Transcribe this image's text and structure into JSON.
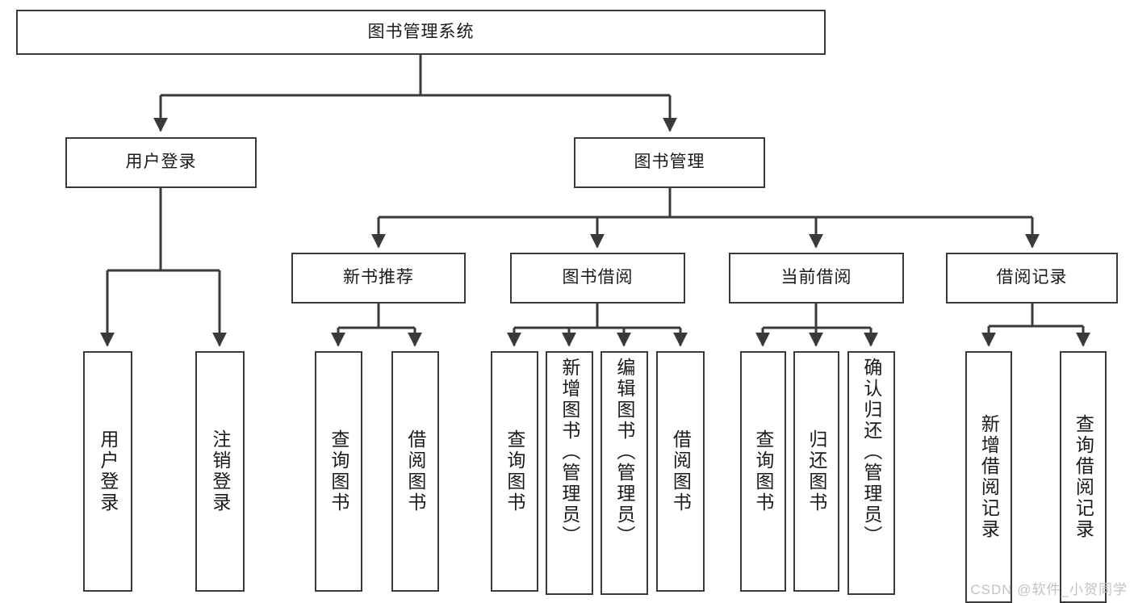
{
  "diagram": {
    "type": "tree-hierarchy",
    "title": "图书管理系统",
    "watermark": "CSDN @软件_小贺同学",
    "colors": {
      "stroke": "#3a3a3a",
      "fill": "#ffffff",
      "text": "#1a1a1a",
      "watermark": "#c2c2c2"
    },
    "root": {
      "label": "图书管理系统"
    },
    "tier2": [
      {
        "label": "用户登录"
      },
      {
        "label": "图书管理"
      }
    ],
    "tier3": [
      {
        "label": "新书推荐"
      },
      {
        "label": "图书借阅"
      },
      {
        "label": "当前借阅"
      },
      {
        "label": "借阅记录"
      }
    ],
    "leaves": {
      "user_login": [
        {
          "label": "用户登录"
        },
        {
          "label": "注销登录"
        }
      ],
      "new_book_recommend": [
        {
          "label": "查询图书"
        },
        {
          "label": "借阅图书"
        }
      ],
      "book_borrow": [
        {
          "label": "查询图书"
        },
        {
          "label": "新增图书（管理员）"
        },
        {
          "label": "编辑图书（管理员）"
        },
        {
          "label": "借阅图书"
        }
      ],
      "current_borrow": [
        {
          "label": "查询图书"
        },
        {
          "label": "归还图书"
        },
        {
          "label": "确认归还（管理员）"
        }
      ],
      "borrow_record": [
        {
          "label": "新增借阅记录"
        },
        {
          "label": "查询借阅记录"
        }
      ]
    }
  }
}
